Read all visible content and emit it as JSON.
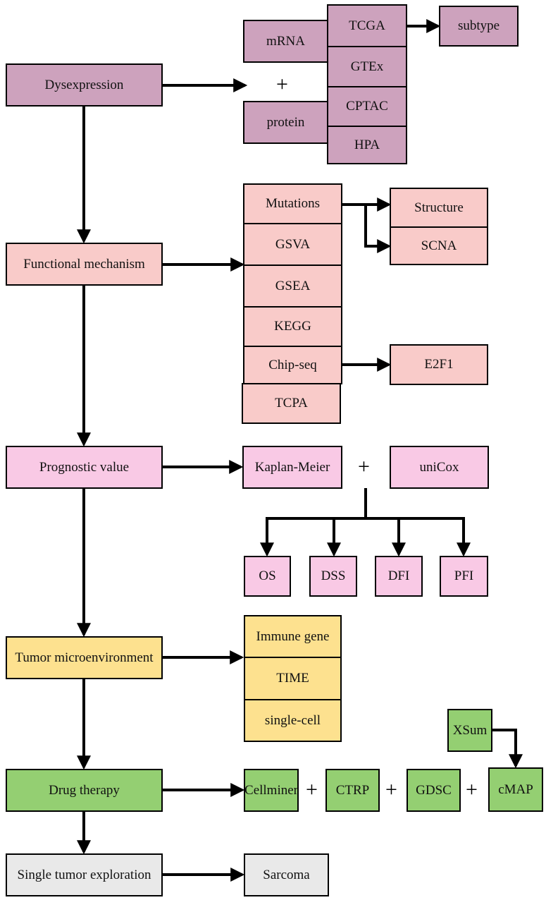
{
  "colors": {
    "dysexpression": "#cda2bd",
    "functional": "#f9cbc9",
    "prognostic": "#f9c9e5",
    "tumor": "#fde18f",
    "drug": "#94cf72",
    "single": "#e9e9e9",
    "line": "#000000"
  },
  "main": {
    "dysexpression": "Dysexpression",
    "functional": "Functional mechanism",
    "prognostic": "Prognostic value",
    "tumor": "Tumor microenvironment",
    "drug": "Drug therapy",
    "single": "Single tumor exploration"
  },
  "expression": {
    "mrna": "mRNA",
    "protein": "protein",
    "tcga": "TCGA",
    "gtex": "GTEx",
    "cptac": "CPTAC",
    "hpa": "HPA",
    "subtype": "subtype"
  },
  "mechanism": {
    "mutations": "Mutations",
    "gsva": "GSVA",
    "gsea": "GSEA",
    "kegg": "KEGG",
    "chipseq": "Chip-seq",
    "tcpa": "TCPA",
    "structure": "Structure",
    "scna": "SCNA",
    "e2f1": "E2F1"
  },
  "prognosis": {
    "km": "Kaplan-Meier",
    "unicox": "uniCox",
    "os": "OS",
    "dss": "DSS",
    "dfi": "DFI",
    "pfi": "PFI"
  },
  "tme": {
    "immune": "Immune gene",
    "time": "TIME",
    "singlecell": "single-cell"
  },
  "drugs": {
    "cellminer": "Cellminer",
    "ctrp": "CTRP",
    "gdsc": "GDSC",
    "cmap": "cMAP",
    "xsum": "XSum"
  },
  "tumor_single": {
    "sarcoma": "Sarcoma"
  },
  "plus_sign": "+"
}
